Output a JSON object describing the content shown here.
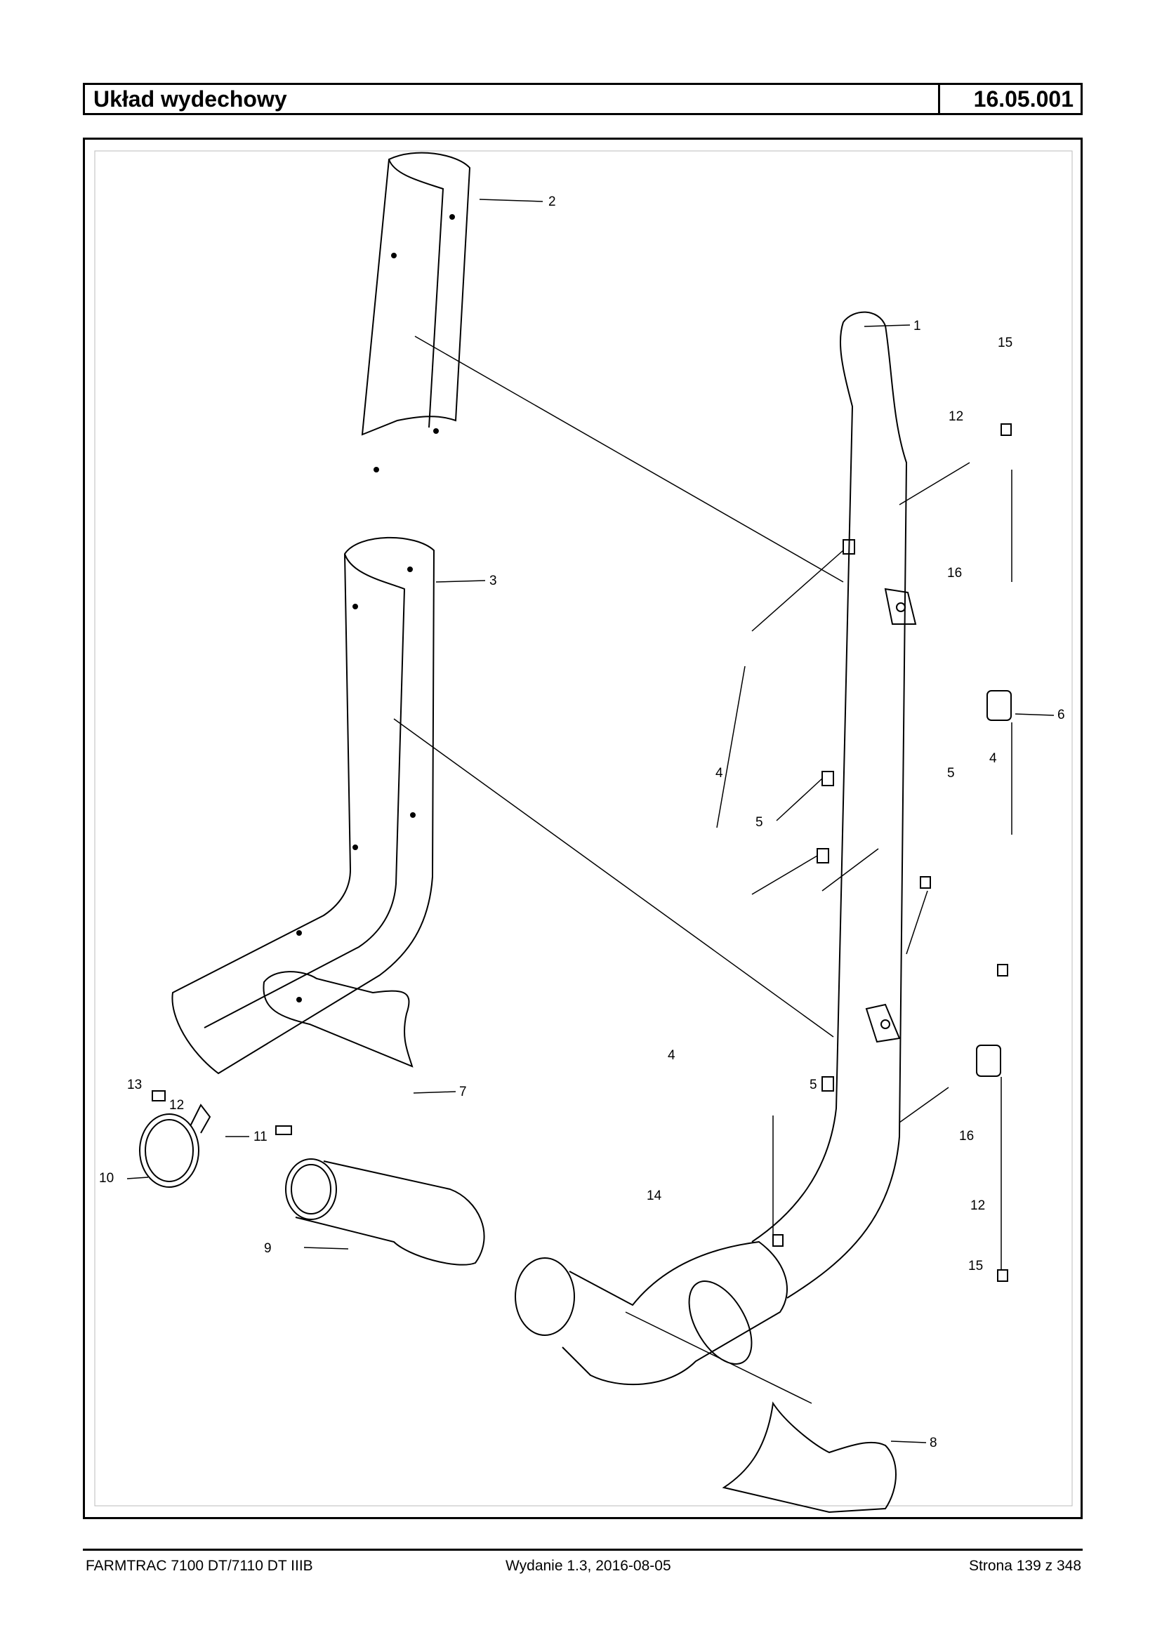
{
  "header": {
    "title": "Układ wydechowy",
    "code": "16.05.001"
  },
  "callouts": [
    "1",
    "2",
    "3",
    "4",
    "4",
    "4",
    "5",
    "5",
    "5",
    "6",
    "7",
    "8",
    "9",
    "10",
    "11",
    "12",
    "12",
    "12",
    "13",
    "14",
    "15",
    "15",
    "16",
    "16"
  ],
  "footer": {
    "model": "FARMTRAC 7100 DT/7110 DT IIIB",
    "edition": "Wydanie 1.3,  2016-08-05",
    "page": "Strona 139 z 348"
  }
}
